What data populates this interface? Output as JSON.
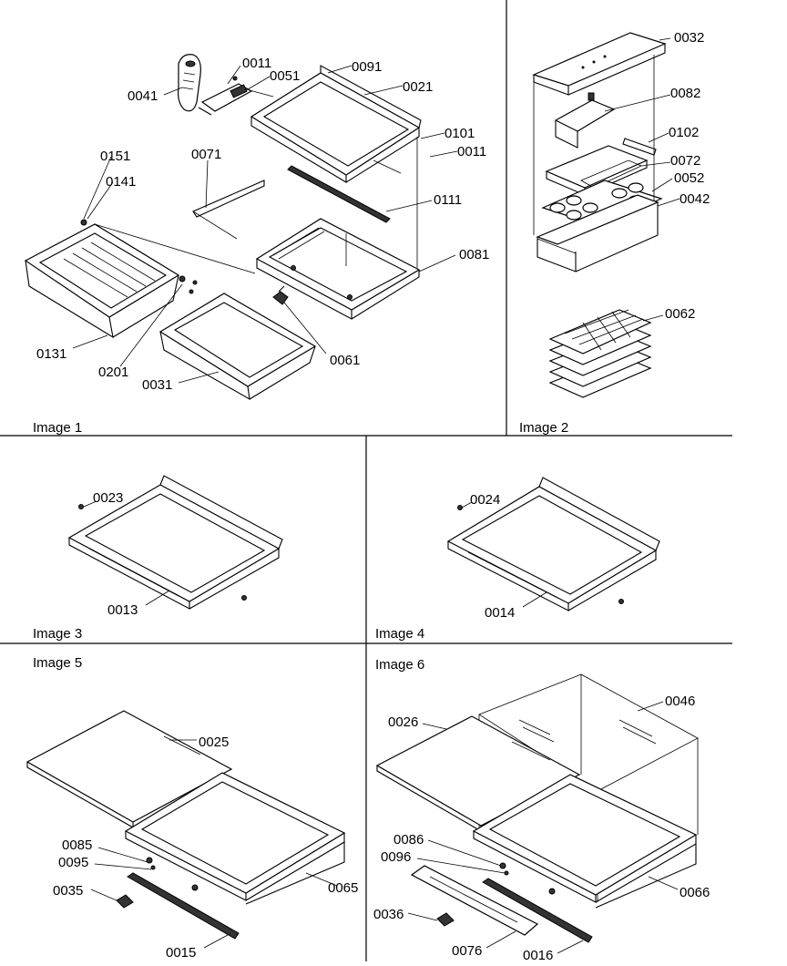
{
  "panels": {
    "image1": "Image 1",
    "image2": "Image 2",
    "image3": "Image 3",
    "image4": "Image 4",
    "image5": "Image 5",
    "image6": "Image 6"
  },
  "callouts": {
    "c0011a": "0011",
    "c0051": "0051",
    "c0041": "0041",
    "c0091": "0091",
    "c0021": "0021",
    "c0101": "0101",
    "c0011b": "0011",
    "c0151": "0151",
    "c0141": "0141",
    "c0071": "0071",
    "c0111": "0111",
    "c0081": "0081",
    "c0131": "0131",
    "c0201": "0201",
    "c0031": "0031",
    "c0061": "0061",
    "c0032": "0032",
    "c0082": "0082",
    "c0102": "0102",
    "c0072": "0072",
    "c0052": "0052",
    "c0042": "0042",
    "c0062": "0062",
    "c0023": "0023",
    "c0013": "0013",
    "c0024": "0024",
    "c0014": "0014",
    "c0025": "0025",
    "c0085": "0085",
    "c0095": "0095",
    "c0035": "0035",
    "c0065": "0065",
    "c0015": "0015",
    "c0026": "0026",
    "c0046": "0046",
    "c0086": "0086",
    "c0096": "0096",
    "c0036": "0036",
    "c0066": "0066",
    "c0076": "0076",
    "c0016": "0016"
  }
}
